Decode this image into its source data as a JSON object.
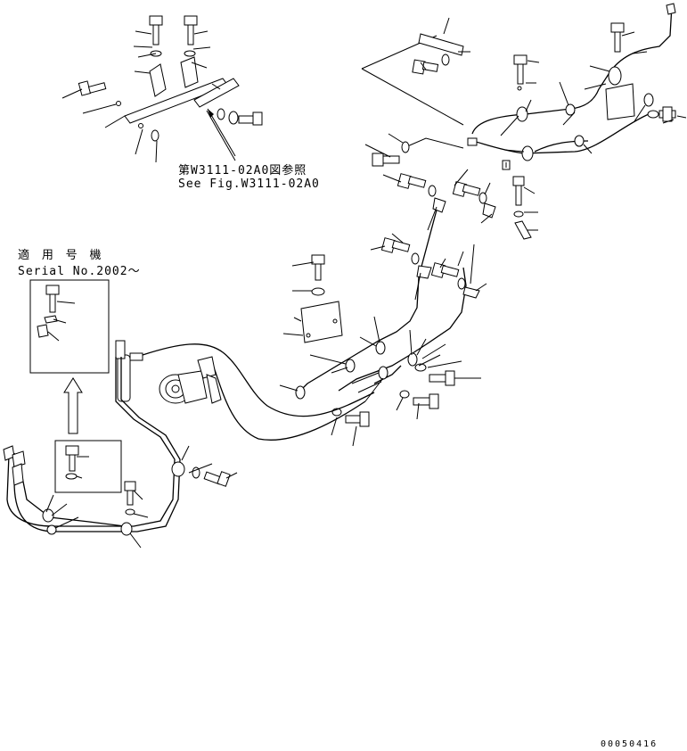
{
  "reference": {
    "japanese": "第W3111-02A0図参照",
    "english": "See Fig.W3111-02A0"
  },
  "serial": {
    "japanese": "適 用 号 機",
    "english": "Serial No.2002～"
  },
  "drawing_number": "00050416"
}
